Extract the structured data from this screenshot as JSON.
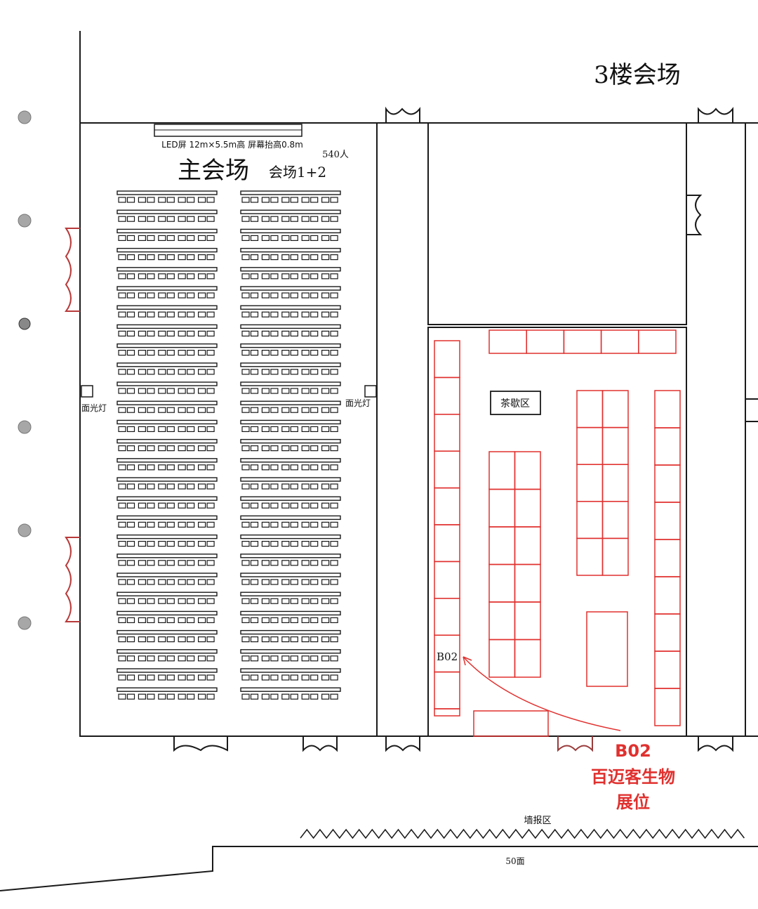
{
  "floor_title": "3楼会场",
  "main_hall": {
    "title": "主会场",
    "subtitle": "会场1+2",
    "capacity": "540人",
    "screen_label": "LED屏 12m×5.5m高 屏幕抬高0.8m",
    "light_left": "面光灯",
    "light_right": "面光灯",
    "row_count": 27,
    "tables_per_row": 5,
    "seats_per_table": 2
  },
  "expo": {
    "tea_area": "茶歇区",
    "booth_marker": "B02"
  },
  "callout": {
    "booth": "B02",
    "line1": "百迈客生物",
    "line2": "展位"
  },
  "poster_area": "墙报区",
  "poster_count": "50面",
  "colors": {
    "wall": "#1a1a1a",
    "booth": "#e0312f",
    "door_red": "#b83a3a",
    "column": "#9a9a9a"
  }
}
